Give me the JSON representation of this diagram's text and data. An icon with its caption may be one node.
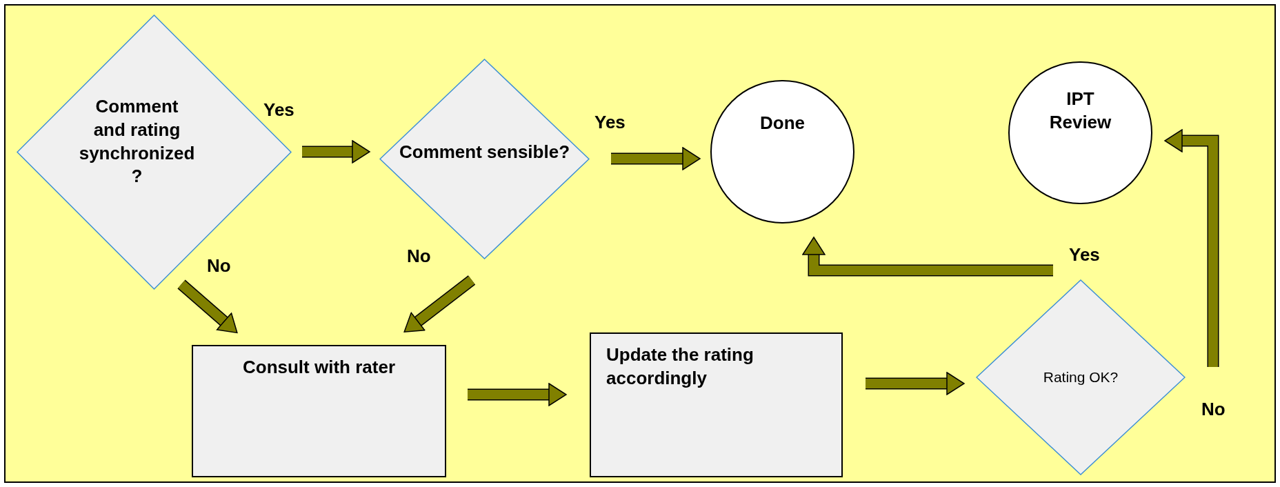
{
  "diagram": {
    "nodes": [
      {
        "text": [
          "Comment and rating synchronized ?"
        ]
      },
      {
        "text": [
          "Comment sensible?"
        ]
      },
      {
        "text": [
          "Done"
        ]
      },
      {
        "text": [
          "IPT Review"
        ]
      },
      {
        "text": [
          "Consult with rater"
        ]
      },
      {
        "text": [
          "Update the rating accordingly"
        ]
      },
      {
        "text": [
          "Rating OK?"
        ]
      }
    ],
    "edges": [
      {
        "from": 0,
        "to": 1,
        "arrow": "to",
        "label": "Yes"
      },
      {
        "from": 1,
        "to": 2,
        "arrow": "to",
        "label": "Yes"
      },
      {
        "from": 0,
        "to": 4,
        "arrow": "to",
        "label": "No"
      },
      {
        "from": 1,
        "to": 4,
        "arrow": "to",
        "label": "No"
      },
      {
        "from": 4,
        "to": 5,
        "arrow": "to"
      },
      {
        "from": 5,
        "to": 6,
        "arrow": "to"
      },
      {
        "from": 6,
        "to": 2,
        "arrow": "to",
        "label": "Yes"
      },
      {
        "from": 6,
        "to": 3,
        "arrow": "to",
        "label": "No"
      }
    ]
  }
}
